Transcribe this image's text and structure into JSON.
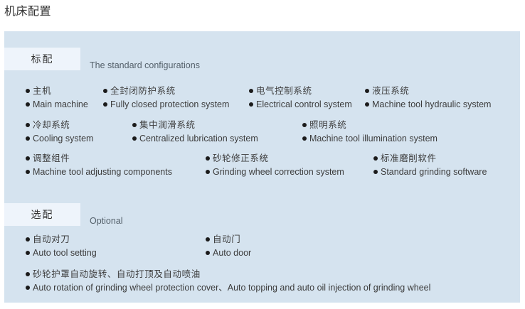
{
  "page": {
    "title": "机床配置"
  },
  "panel": {
    "background_color": "#d5e3ef",
    "badge_color": "#eef4fb"
  },
  "sections": [
    {
      "badge": "标配",
      "subtitle": "The standard configurations",
      "rows": [
        {
          "items": [
            {
              "cn": "主机",
              "en": "Main machine"
            },
            {
              "cn": "全封闭防护系统",
              "en": "Fully closed protection system"
            },
            {
              "cn": "电气控制系统",
              "en": "Electrical control system"
            },
            {
              "cn": "液压系统",
              "en": "Machine tool hydraulic system"
            }
          ]
        },
        {
          "items": [
            {
              "cn": "冷却系统",
              "en": "Cooling system"
            },
            {
              "cn": "集中润滑系统",
              "en": "Centralized lubrication system"
            },
            {
              "cn": "照明系统",
              "en": "Machine tool illumination system"
            }
          ]
        },
        {
          "items": [
            {
              "cn": "调整组件",
              "en": "Machine tool adjusting components"
            },
            {
              "cn": "砂轮修正系统",
              "en": "Grinding wheel correction system"
            },
            {
              "cn": "标准磨削软件",
              "en": "Standard grinding software"
            }
          ]
        }
      ]
    },
    {
      "badge": "选配",
      "subtitle": "Optional",
      "rows": [
        {
          "items": [
            {
              "cn": "自动对刀",
              "en": "Auto tool setting"
            },
            {
              "cn": "自动门",
              "en": "Auto door"
            }
          ]
        },
        {
          "items": [
            {
              "cn": "砂轮护罩自动旋转、自动打顶及自动喷油",
              "en": "Auto rotation of grinding wheel protection cover、Auto topping and auto oil injection of grinding wheel"
            }
          ]
        }
      ]
    }
  ]
}
